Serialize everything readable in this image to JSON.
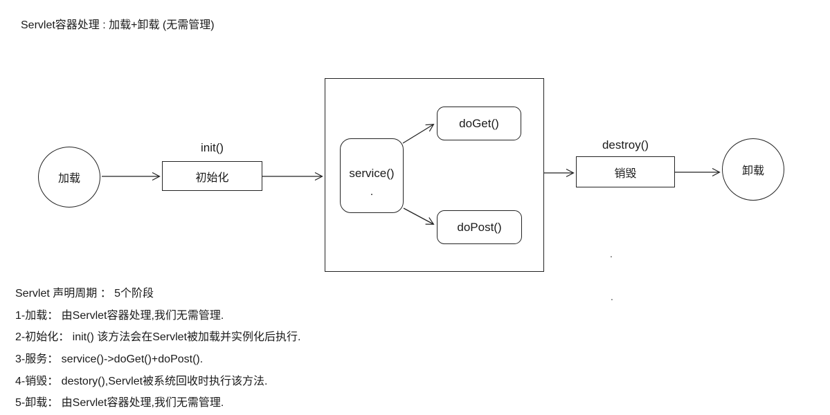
{
  "title": "Servlet容器处理 : 加载+卸载 (无需管理)",
  "diagram": {
    "load_circle_label": "加载",
    "init_method_label": "init()",
    "init_box_label": "初始化",
    "service_box_label": "service()",
    "service_dot": ".",
    "doget_box_label": "doGet()",
    "dopost_box_label": "doPost()",
    "destroy_method_label": "destroy()",
    "destroy_box_label": "销毁",
    "unload_circle_label": "卸载",
    "stray_dots": [
      ".",
      "."
    ]
  },
  "notes": {
    "heading": "Servlet 声明周期 ： 5个阶段",
    "lines": [
      "1-加载： 由Servlet容器处理,我们无需管理.",
      "2-初始化： init() 该方法会在Servlet被加载并实例化后执行.",
      "3-服务： service()->doGet()+doPost().",
      "4-销毁： destory(),Servlet被系统回收时执行该方法.",
      "5-卸载： 由Servlet容器处理,我们无需管理."
    ]
  },
  "colors": {
    "ink": "#1a1a1a",
    "background": "#ffffff"
  }
}
